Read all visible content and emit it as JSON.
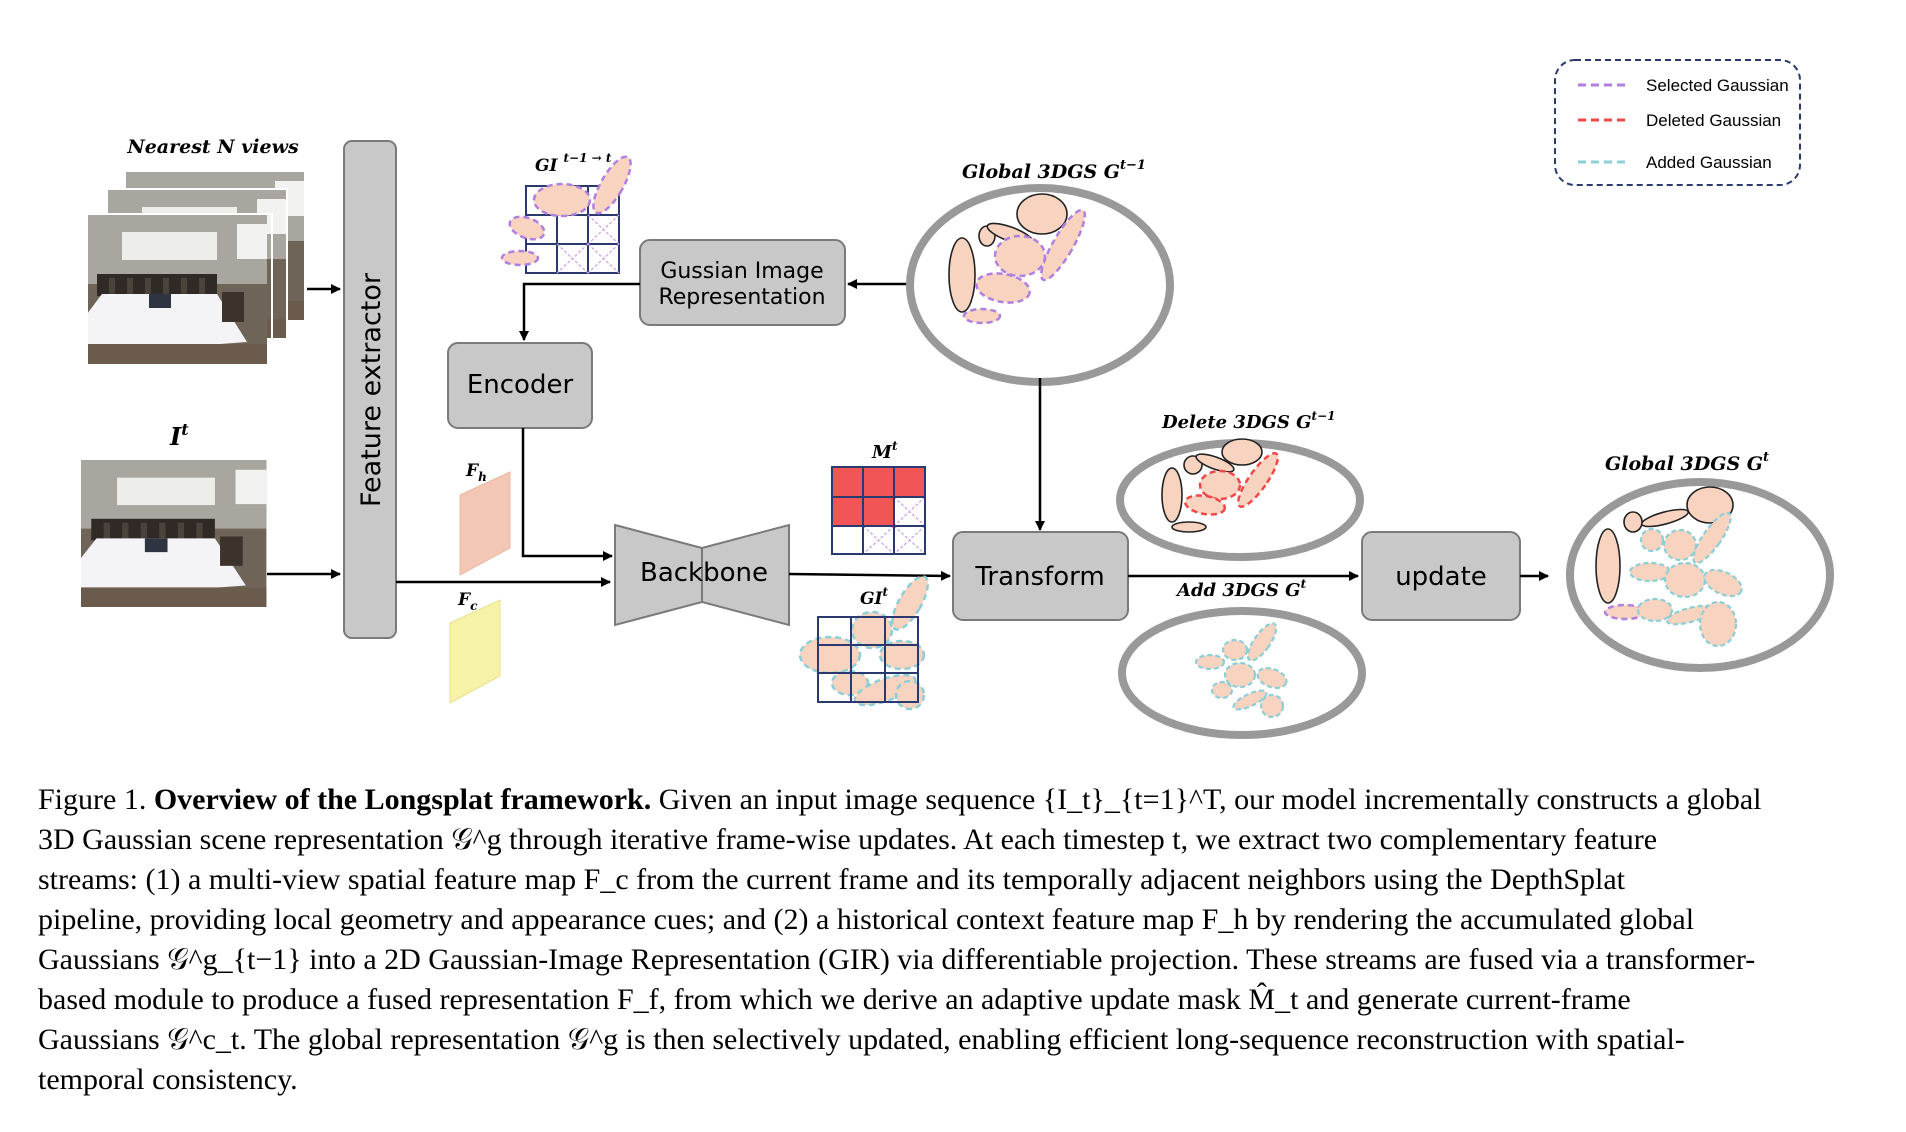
{
  "legend": {
    "selected": "Selected Gaussian",
    "deleted": "Deleted Gaussian",
    "added": "Added Gaussian"
  },
  "labels": {
    "nearest_views": "Nearest N views",
    "input_frame": "I",
    "input_frame_sup": "t",
    "feature_extractor": "Feature extractor",
    "gi_prev": "GI",
    "gi_prev_sup": "t−1 → t",
    "gaussian_image_rep_line1": "Gussian Image",
    "gaussian_image_rep_line2": "Representation",
    "global_prev": "Global 3DGS  G",
    "global_prev_sup": "t−1",
    "encoder": "Encoder",
    "f_h": "F",
    "f_h_sub": "h",
    "f_c": "F",
    "f_c_sub": "c",
    "backbone": "Backbone",
    "mask": "M",
    "mask_sup": "t",
    "gi_curr": "GI",
    "gi_curr_sup": "t",
    "transform": "Transform",
    "delete_3dgs": "Delete 3DGS  G",
    "delete_3dgs_sup": "t−1",
    "add_3dgs": "Add 3DGS  G",
    "add_3dgs_sup": "t",
    "update": "update",
    "global_curr": "Global 3DGS  G",
    "global_curr_sup": "t"
  },
  "colors": {
    "selected": "#b07fe0",
    "deleted": "#f04848",
    "added": "#8ccfd6",
    "gaussian_fill": "#f8d3c0",
    "box_fill": "#c8c8c8",
    "ellipse_stroke": "#999999",
    "grid": "#2b3a6e",
    "mask_red": "#f25555",
    "fh": "#f3c7b5",
    "fc": "#f6f3a8"
  },
  "caption": {
    "fig_num": "Figure 1.",
    "title": "Overview of the Longsplat framework.",
    "line1": "Given an input image sequence {I_t}_{t=1}^T, our model incrementally constructs a global",
    "line2": "3D Gaussian scene representation 𝒢^g through iterative frame-wise updates. At each timestep t, we extract two complementary feature",
    "line3": "streams: (1) a multi-view spatial feature map F_c from the current frame and its temporally adjacent neighbors using the DepthSplat",
    "line4": "pipeline, providing local geometry and appearance cues; and (2) a historical context feature map F_h by rendering the accumulated global",
    "line5": "Gaussians 𝒢^g_{t−1} into a 2D Gaussian-Image Representation (GIR) via differentiable projection. These streams are fused via a transformer-",
    "line6": "based module to produce a fused representation F_f, from which we derive an adaptive update mask M̂_t and generate current-frame",
    "line7": "Gaussians 𝒢^c_t. The global representation 𝒢^g is then selectively updated, enabling efficient long-sequence reconstruction with spatial-",
    "line8": "temporal consistency."
  }
}
